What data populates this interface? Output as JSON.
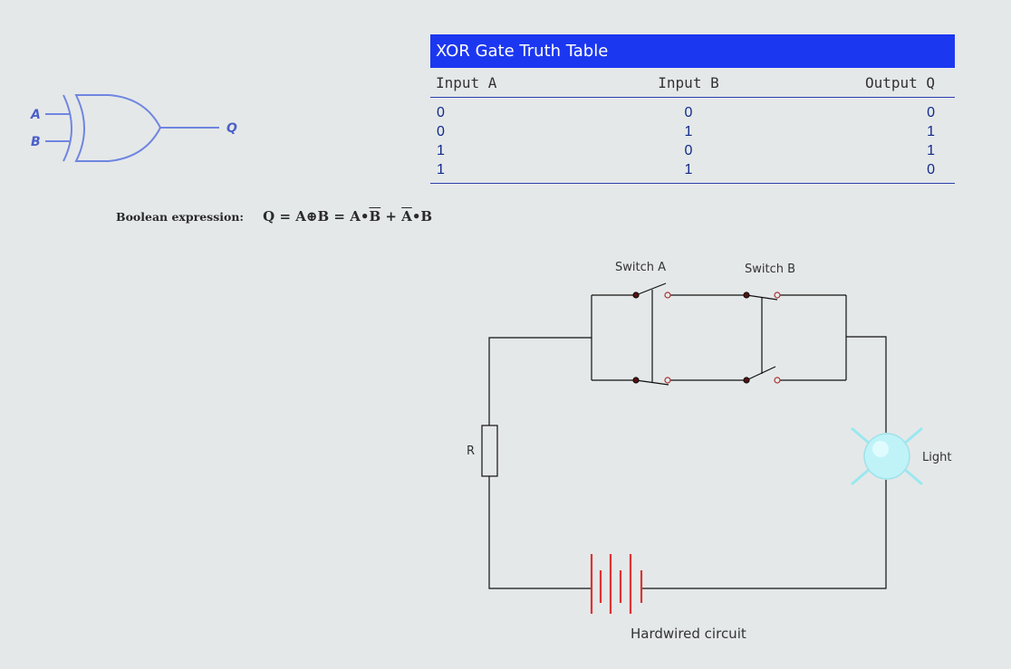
{
  "gate": {
    "input_a": "A",
    "input_b": "B",
    "output": "Q"
  },
  "truth_table": {
    "title": "XOR Gate Truth Table",
    "headers": [
      "Input A",
      "Input B",
      "Output Q"
    ],
    "rows": [
      [
        "0",
        "0",
        "0"
      ],
      [
        "0",
        "1",
        "1"
      ],
      [
        "1",
        "0",
        "1"
      ],
      [
        "1",
        "1",
        "0"
      ]
    ]
  },
  "boolean": {
    "label": "Boolean expression:",
    "q": "Q",
    "eq1": "=",
    "a1": "A",
    "xor": "⊕",
    "b1": "B",
    "eq2": "=",
    "a2": "A",
    "dot1": "•",
    "b2": "B",
    "plus": "+",
    "a3": "A",
    "dot2": "•",
    "b3": "B"
  },
  "circuit": {
    "switch_a": "Switch A",
    "switch_b": "Switch B",
    "resistor": "R",
    "light": "Light",
    "caption": "Hardwired circuit"
  }
}
